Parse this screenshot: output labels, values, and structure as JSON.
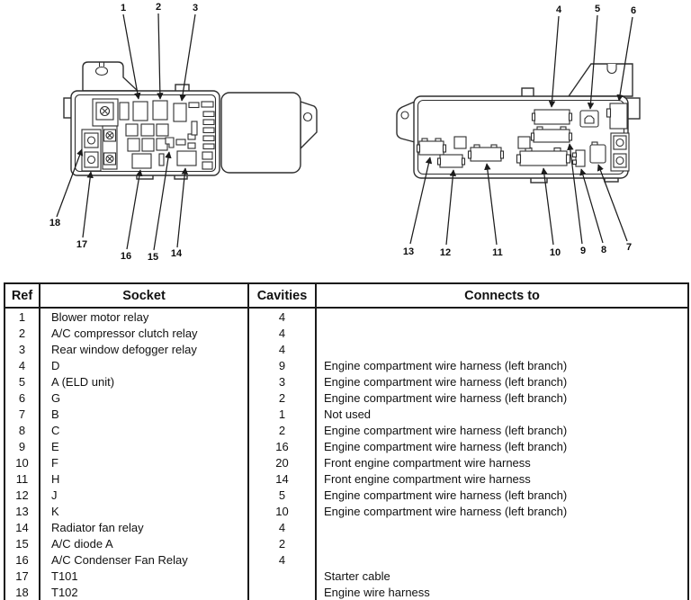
{
  "figure": {
    "callouts": {
      "left": [
        "1",
        "2",
        "3",
        "18",
        "17",
        "16",
        "15",
        "14"
      ],
      "right": [
        "4",
        "5",
        "6",
        "13",
        "12",
        "11",
        "10",
        "9",
        "8",
        "7"
      ]
    }
  },
  "table": {
    "headers": {
      "ref": "Ref",
      "socket": "Socket",
      "cavities": "Cavities",
      "connects": "Connects to"
    },
    "rows": [
      {
        "ref": "1",
        "socket": "Blower motor relay",
        "cavities": "4",
        "connects": ""
      },
      {
        "ref": "2",
        "socket": "A/C compressor clutch relay",
        "cavities": "4",
        "connects": ""
      },
      {
        "ref": "3",
        "socket": "Rear window defogger relay",
        "cavities": "4",
        "connects": ""
      },
      {
        "ref": "4",
        "socket": "D",
        "cavities": "9",
        "connects": "Engine compartment wire harness (left branch)"
      },
      {
        "ref": "5",
        "socket": "A (ELD unit)",
        "cavities": "3",
        "connects": "Engine compartment wire harness (left branch)"
      },
      {
        "ref": "6",
        "socket": "G",
        "cavities": "2",
        "connects": "Engine compartment wire harness (left branch)"
      },
      {
        "ref": "7",
        "socket": "B",
        "cavities": "1",
        "connects": "Not used"
      },
      {
        "ref": "8",
        "socket": "C",
        "cavities": "2",
        "connects": "Engine compartment wire harness (left branch)"
      },
      {
        "ref": "9",
        "socket": "E",
        "cavities": "16",
        "connects": "Engine compartment wire harness (left branch)"
      },
      {
        "ref": "10",
        "socket": "F",
        "cavities": "20",
        "connects": "Front engine compartment wire harness"
      },
      {
        "ref": "11",
        "socket": "H",
        "cavities": "14",
        "connects": "Front engine compartment wire harness"
      },
      {
        "ref": "12",
        "socket": "J",
        "cavities": "5",
        "connects": "Engine compartment wire harness (left branch)"
      },
      {
        "ref": "13",
        "socket": "K",
        "cavities": "10",
        "connects": "Engine compartment wire harness (left branch)"
      },
      {
        "ref": "14",
        "socket": "Radiator fan relay",
        "cavities": "4",
        "connects": ""
      },
      {
        "ref": "15",
        "socket": "A/C diode A",
        "cavities": "2",
        "connects": ""
      },
      {
        "ref": "16",
        "socket": "A/C Condenser Fan Relay",
        "cavities": "4",
        "connects": ""
      },
      {
        "ref": "17",
        "socket": "T101",
        "cavities": "",
        "connects": "Starter cable"
      },
      {
        "ref": "18",
        "socket": "T102",
        "cavities": "",
        "connects": "Engine wire harness"
      }
    ]
  },
  "colors": {
    "line": "#2e2e2e",
    "table_border": "#1a1a1a",
    "text": "#111111",
    "background": "#ffffff"
  }
}
